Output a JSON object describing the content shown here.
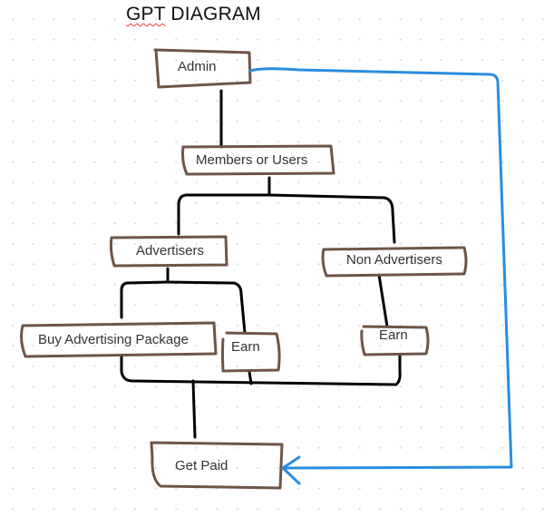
{
  "title": {
    "misspelled_word": "GPT",
    "rest": " DIAGRAM"
  },
  "colors": {
    "box_border": "#6e5546",
    "connector": "#000000",
    "feedback_arrow": "#2b8de0"
  },
  "nodes": {
    "admin": "Admin",
    "members": "Members or Users",
    "advertisers": "Advertisers",
    "non_advertisers": "Non Advertisers",
    "buy_package": "Buy Advertising Package",
    "earn_advertisers": "Earn",
    "earn_non_advertisers": "Earn",
    "get_paid": "Get Paid"
  },
  "edges": [
    {
      "from": "Admin",
      "to": "Members or Users"
    },
    {
      "from": "Members or Users",
      "to": "Advertisers"
    },
    {
      "from": "Members or Users",
      "to": "Non Advertisers"
    },
    {
      "from": "Advertisers",
      "to": "Buy Advertising Package"
    },
    {
      "from": "Advertisers",
      "to": "Earn"
    },
    {
      "from": "Non Advertisers",
      "to": "Earn"
    },
    {
      "from": "Buy Advertising Package",
      "to": "Get Paid"
    },
    {
      "from": "Earn",
      "to": "Get Paid"
    },
    {
      "from": "Admin",
      "to": "Get Paid",
      "style": "blue arrow"
    }
  ]
}
